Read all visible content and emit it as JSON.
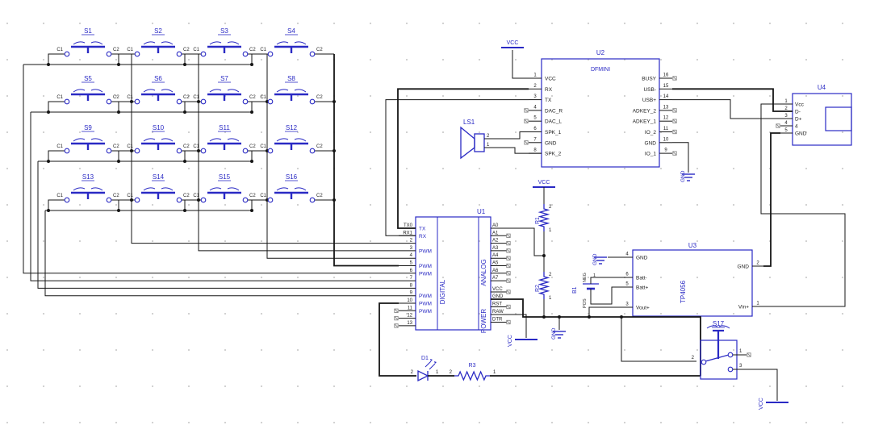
{
  "colors": {
    "symbol": "#2a2ac4",
    "designator": "#2a2ac4",
    "wire": "#151515",
    "pin_text": "#1c1c1c",
    "nc": "#878787"
  },
  "nets": {
    "vcc": "VCC",
    "gnd": "GND"
  },
  "keypad": {
    "pin_left_label": "C1",
    "pin_right_label": "C2",
    "switches": [
      {
        "label": "S1"
      },
      {
        "label": "S2"
      },
      {
        "label": "S3"
      },
      {
        "label": "S4"
      },
      {
        "label": "S5"
      },
      {
        "label": "S6"
      },
      {
        "label": "S7"
      },
      {
        "label": "S8"
      },
      {
        "label": "S9"
      },
      {
        "label": "S10"
      },
      {
        "label": "S11"
      },
      {
        "label": "S12"
      },
      {
        "label": "S13"
      },
      {
        "label": "S14"
      },
      {
        "label": "S15"
      },
      {
        "label": "S16"
      }
    ]
  },
  "u1": {
    "ref": "U1",
    "sections": {
      "digital": "DIGITAL",
      "analog": "ANALOG",
      "power": "POWER"
    },
    "left_pins": [
      {
        "num": "TX0",
        "inner": "TX"
      },
      {
        "num": "RX1",
        "inner": "RX"
      },
      {
        "num": "2",
        "inner": ""
      },
      {
        "num": "3",
        "inner": "PWM"
      },
      {
        "num": "4",
        "inner": ""
      },
      {
        "num": "5",
        "inner": "PWM"
      },
      {
        "num": "6",
        "inner": "PWM"
      },
      {
        "num": "7",
        "inner": ""
      },
      {
        "num": "8",
        "inner": ""
      },
      {
        "num": "9",
        "inner": "PWM"
      },
      {
        "num": "10",
        "inner": "PWM"
      },
      {
        "num": "11",
        "inner": "PWM",
        "nc": true
      },
      {
        "num": "12",
        "inner": "",
        "nc": true
      },
      {
        "num": "13",
        "inner": "",
        "nc": true
      }
    ],
    "right_pins": [
      {
        "name": "A0"
      },
      {
        "name": "A1",
        "nc": true
      },
      {
        "name": "A2",
        "nc": true
      },
      {
        "name": "A3",
        "nc": true
      },
      {
        "name": "A4",
        "nc": true
      },
      {
        "name": "A5",
        "nc": true
      },
      {
        "name": "A6",
        "nc": true
      },
      {
        "name": "A7",
        "nc": true
      },
      {
        "name": "VCC",
        "nc": true
      },
      {
        "name": "GND"
      },
      {
        "name": "RST",
        "nc": true
      },
      {
        "name": "RAW"
      },
      {
        "name": "DTR",
        "nc": true
      }
    ]
  },
  "u2": {
    "ref": "U2",
    "value": "DFMINI",
    "left_pins": [
      {
        "num": "1",
        "name": "VCC"
      },
      {
        "num": "2",
        "name": "RX"
      },
      {
        "num": "3",
        "name": "TX"
      },
      {
        "num": "4",
        "name": "DAC_R",
        "nc": true
      },
      {
        "num": "5",
        "name": "DAC_L",
        "nc": true
      },
      {
        "num": "6",
        "name": "SPK_1"
      },
      {
        "num": "7",
        "name": "GND",
        "nc": true
      },
      {
        "num": "8",
        "name": "SPK_2"
      }
    ],
    "right_pins": [
      {
        "num": "16",
        "name": "BUSY",
        "nc": true
      },
      {
        "num": "15",
        "name": "USB-"
      },
      {
        "num": "14",
        "name": "USB+"
      },
      {
        "num": "13",
        "name": "ADKEY_2",
        "nc": true
      },
      {
        "num": "12",
        "name": "ADKEY_1",
        "nc": true
      },
      {
        "num": "11",
        "name": "IO_2",
        "nc": true
      },
      {
        "num": "10",
        "name": "GND"
      },
      {
        "num": "9",
        "name": "IO_1",
        "nc": true
      }
    ]
  },
  "u3": {
    "ref": "U3",
    "value": "TP4056",
    "left_pins": [
      {
        "num": "4",
        "name": "GND"
      },
      {
        "num": "6",
        "name": "Batt-"
      },
      {
        "num": "5",
        "name": "Batt+"
      },
      {
        "num": "3",
        "name": "Vout+"
      }
    ],
    "right_pins": [
      {
        "num": "2",
        "name": "GND"
      },
      {
        "num": "1",
        "name": "Vin+"
      }
    ]
  },
  "u4": {
    "ref": "U4",
    "pins": [
      {
        "num": "1",
        "name": "Vcc"
      },
      {
        "num": "2",
        "name": "D-"
      },
      {
        "num": "3",
        "name": "D+"
      },
      {
        "num": "4",
        "name": "4",
        "nc": true
      },
      {
        "num": "5",
        "name": "GND"
      }
    ]
  },
  "ls1": {
    "ref": "LS1",
    "pin_top": "2",
    "pin_bottom": "1"
  },
  "r1": {
    "ref": "R1",
    "pin_top": "2",
    "pin_bottom": "1"
  },
  "r2": {
    "ref": "R2",
    "pin_top": "2",
    "pin_bottom": "1"
  },
  "r3": {
    "ref": "R3",
    "pin_left": "2",
    "pin_right": "1"
  },
  "d1": {
    "ref": "D1",
    "pin_left": "2",
    "pin_right": "1"
  },
  "b1": {
    "ref": "B1",
    "neg": "NEG",
    "pos": "POS",
    "pin_top": "1"
  },
  "s17": {
    "ref": "S17",
    "pin_left": "2",
    "pin_top_right": "1",
    "pin_bottom_right": "3"
  }
}
